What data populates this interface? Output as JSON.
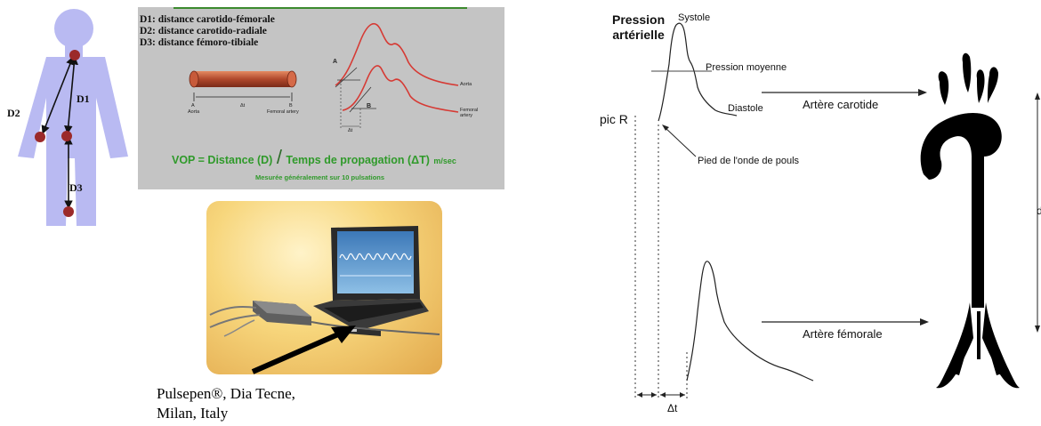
{
  "body_diagram": {
    "labels": {
      "d1": "D1",
      "d2": "D2",
      "d3": "D3"
    },
    "colors": {
      "body": "#b9baf2",
      "dot": "#9b2a2a",
      "arrow": "#111111"
    }
  },
  "pwv_panel": {
    "definitions": [
      "D1: distance carotido-fémorale",
      "D2: distance carotido-radiale",
      "D3: distance fémoro-tibiale"
    ],
    "tube_labels": {
      "a": "A",
      "b": "B",
      "aorta": "Aorta",
      "femoral": "Femoral artery",
      "dt": "Δt"
    },
    "wave_labels": {
      "a": "A",
      "b": "B",
      "aorta": "Aorta",
      "femoral": "Femoral artery",
      "dt": "Δt"
    },
    "formula": {
      "main": "VOP = Distance (D)",
      "slash": "/",
      "rest": "Temps de propagation (ΔT)",
      "unit": "m/sec"
    },
    "note": "Mesurée généralement sur 10 pulsations",
    "colors": {
      "background": "#c4c4c4",
      "wave": "#d63a34",
      "tube": "#b0482c",
      "formula": "#2f9a2a"
    }
  },
  "device_photo": {
    "arrow_color": "#000000",
    "caption_lines": [
      "Pulsepen®, Dia Tecne,",
      "Milan, Italy"
    ]
  },
  "waveform_diagram": {
    "title_lines": [
      "Pression",
      "artérielle"
    ],
    "labels": {
      "systole": "Systole",
      "mean_pressure": "Pression moyenne",
      "diastole": "Diastole",
      "pic_r": "pic R",
      "foot": "Pied de l'onde de pouls",
      "carotid": "Artère carotide",
      "femoral": "Artère fémorale",
      "delta_t": "Δt",
      "d_label": "d"
    }
  }
}
